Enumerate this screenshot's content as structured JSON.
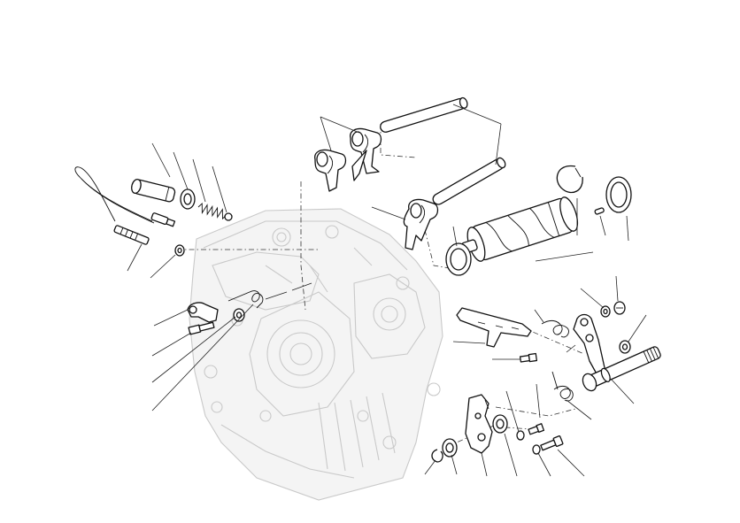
{
  "diagram": {
    "kind": "exploded-view",
    "subject_parts": [
      "crankcase",
      "gear-selector-forks",
      "fork-shafts",
      "selector-drum",
      "neutral-sensor-cable",
      "detent-lever",
      "gear-shift-shaft",
      "springs",
      "screws-washers-circlips"
    ],
    "colors": {
      "line": "#111111",
      "ghost_casing": "#c9c9c9",
      "background": "#ffffff"
    }
  }
}
